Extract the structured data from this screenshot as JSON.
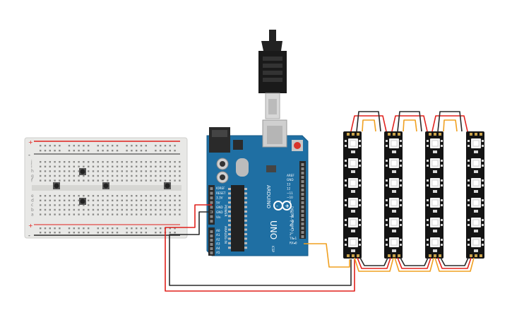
{
  "arduino": {
    "brand": "ARDUINO",
    "model": "UNO",
    "digital_header_label": "DIGITAL (PWM ~)",
    "power_header_label": "POWER",
    "analog_header_label": "ANALOG IN",
    "icsp_label": "ICSP",
    "top_pins": [
      "AREF",
      "GND",
      "13",
      "12",
      "~11",
      "~10",
      "~9",
      "8"
    ],
    "bottom_pins": [
      "7",
      "~6",
      "~5",
      "4",
      "~3",
      "2",
      "TX▸1",
      "RX◂0"
    ],
    "power_pins": [
      "IOREF",
      "RESET",
      "3.3V",
      "5V",
      "GND",
      "GND",
      "Vin"
    ],
    "analog_pins": [
      "A0",
      "A1",
      "A2",
      "A3",
      "A4",
      "A5"
    ]
  },
  "breadboard": {
    "row_letters_top": [
      "j",
      "i",
      "h",
      "g",
      "f"
    ],
    "row_letters_bottom": [
      "e",
      "d",
      "c",
      "b",
      "a"
    ],
    "rail_plus": "+",
    "rail_minus": "-"
  },
  "led_strips": {
    "count": 4,
    "leds_per_strip": 6
  },
  "colors": {
    "board": "#1f6fa3",
    "wire_red": "#e0201c",
    "wire_black": "#2a2a2a",
    "wire_orange": "#f0a020",
    "strip": "#141414",
    "breadboard": "#e8e8e6"
  }
}
